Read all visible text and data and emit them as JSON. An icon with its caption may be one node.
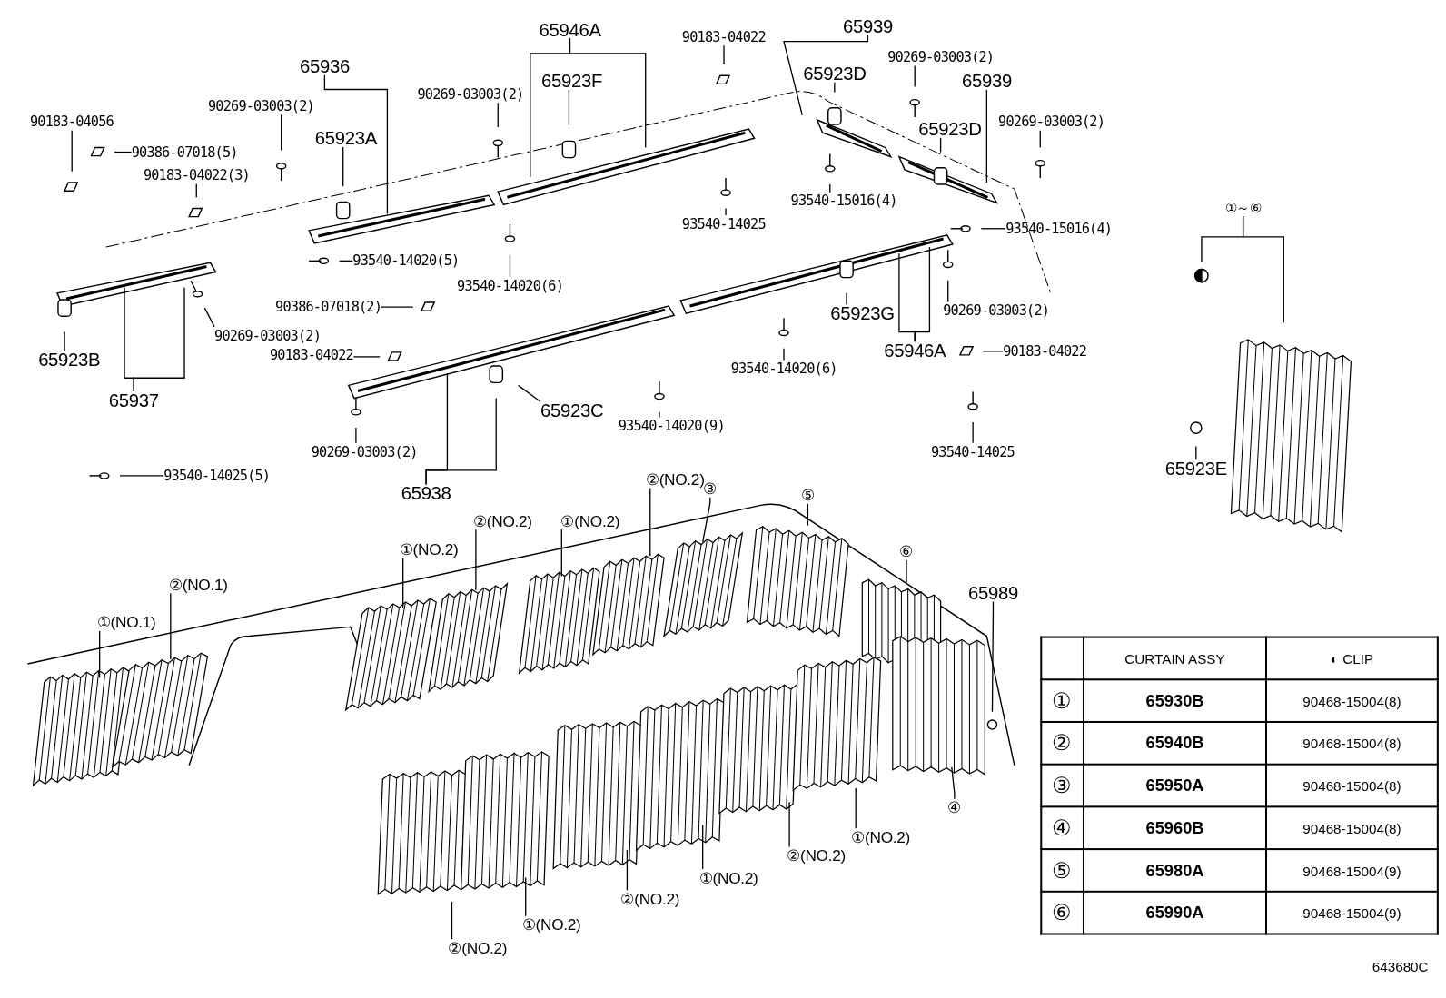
{
  "diagram": {
    "nodes": [
      {
        "text": [
          "65946A"
        ]
      },
      {
        "text": [
          "90183-04022"
        ]
      },
      {
        "text": [
          "65939"
        ]
      },
      {
        "text": [
          "90269-03003(2)"
        ]
      },
      {
        "text": [
          "65923D"
        ]
      },
      {
        "text": [
          "65936"
        ]
      },
      {
        "text": [
          "90269-03003(2)"
        ]
      },
      {
        "text": [
          "65923F"
        ]
      },
      {
        "text": [
          "65939"
        ]
      },
      {
        "text": [
          "90183-04056"
        ]
      },
      {
        "text": [
          "90269-03003(2)"
        ]
      },
      {
        "text": [
          "65923D"
        ]
      },
      {
        "text": [
          "90269-03003(2)"
        ]
      },
      {
        "text": [
          "65923A"
        ]
      },
      {
        "text": [
          "90386-07018(5)"
        ]
      },
      {
        "text": [
          "90183-04022(3)"
        ]
      },
      {
        "text": [
          "93540-15016(4)"
        ]
      },
      {
        "text": [
          "93540-14025"
        ]
      },
      {
        "text": [
          "93540-15016(4)"
        ]
      },
      {
        "text": [
          "93540-14020(5)"
        ]
      },
      {
        "text": [
          "93540-14020(6)"
        ]
      },
      {
        "text": [
          "90386-07018(2)"
        ]
      },
      {
        "text": [
          "90269-03003(2)"
        ]
      },
      {
        "text": [
          "90269-03003(2)"
        ]
      },
      {
        "text": [
          "65923G"
        ]
      },
      {
        "text": [
          "90183-04022"
        ]
      },
      {
        "text": [
          "65923B"
        ]
      },
      {
        "text": [
          "93540-14020(6)"
        ]
      },
      {
        "text": [
          "65946A"
        ]
      },
      {
        "text": [
          "90183-04022"
        ]
      },
      {
        "text": [
          "65937"
        ]
      },
      {
        "text": [
          "65923C"
        ]
      },
      {
        "text": [
          "93540-14020(9)"
        ]
      },
      {
        "text": [
          "90269-03003(2)"
        ]
      },
      {
        "text": [
          "93540-14025"
        ]
      },
      {
        "text": [
          "93540-14025(5)"
        ]
      },
      {
        "text": [
          "65938"
        ]
      },
      {
        "text": [
          "①～⑥"
        ]
      },
      {
        "text": [
          "65923E"
        ]
      },
      {
        "text": [
          "②(NO.1)"
        ]
      },
      {
        "text": [
          "①(NO.1)"
        ]
      },
      {
        "text": [
          "②(NO.2)"
        ]
      },
      {
        "text": [
          "③"
        ]
      },
      {
        "text": [
          "⑤"
        ]
      },
      {
        "text": [
          "②(NO.2)"
        ]
      },
      {
        "text": [
          "①(NO.2)"
        ]
      },
      {
        "text": [
          "①(NO.2)"
        ]
      },
      {
        "text": [
          "⑥"
        ]
      },
      {
        "text": [
          "65989"
        ]
      },
      {
        "text": [
          "④"
        ]
      },
      {
        "text": [
          "①(NO.2)"
        ]
      },
      {
        "text": [
          "②(NO.2)"
        ]
      },
      {
        "text": [
          "①(NO.2)"
        ]
      },
      {
        "text": [
          "②(NO.2)"
        ]
      },
      {
        "text": [
          "①(NO.2)"
        ]
      },
      {
        "text": [
          "②(NO.2)"
        ]
      }
    ],
    "edges": [
      {
        "from": 0,
        "to": null,
        "arrow": "none"
      },
      {
        "from": 0,
        "to": null,
        "arrow": "none"
      },
      {
        "from": 1,
        "to": null,
        "arrow": "none"
      },
      {
        "from": 2,
        "to": null,
        "arrow": "none"
      },
      {
        "from": 3,
        "to": null,
        "arrow": "none"
      },
      {
        "from": 4,
        "to": null,
        "arrow": "none"
      },
      {
        "from": 5,
        "to": null,
        "arrow": "none"
      },
      {
        "from": 6,
        "to": null,
        "arrow": "none"
      },
      {
        "from": 7,
        "to": null,
        "arrow": "none"
      },
      {
        "from": 8,
        "to": null,
        "arrow": "none"
      },
      {
        "from": 9,
        "to": null,
        "arrow": "none"
      },
      {
        "from": 10,
        "to": null,
        "arrow": "none"
      },
      {
        "from": 11,
        "to": null,
        "arrow": "none"
      },
      {
        "from": 12,
        "to": null,
        "arrow": "none"
      },
      {
        "from": 13,
        "to": null,
        "arrow": "none"
      },
      {
        "from": 14,
        "to": null,
        "arrow": "none"
      },
      {
        "from": 15,
        "to": null,
        "arrow": "none"
      },
      {
        "from": 16,
        "to": null,
        "arrow": "none"
      },
      {
        "from": 17,
        "to": null,
        "arrow": "none"
      },
      {
        "from": 18,
        "to": null,
        "arrow": "none"
      },
      {
        "from": 19,
        "to": null,
        "arrow": "none"
      },
      {
        "from": 20,
        "to": null,
        "arrow": "none"
      },
      {
        "from": 21,
        "to": null,
        "arrow": "none"
      },
      {
        "from": 22,
        "to": null,
        "arrow": "none"
      },
      {
        "from": 23,
        "to": null,
        "arrow": "none"
      },
      {
        "from": 24,
        "to": null,
        "arrow": "none"
      },
      {
        "from": 25,
        "to": null,
        "arrow": "none"
      },
      {
        "from": 26,
        "to": null,
        "arrow": "none"
      },
      {
        "from": 27,
        "to": null,
        "arrow": "none"
      },
      {
        "from": 28,
        "to": null,
        "arrow": "none"
      },
      {
        "from": 28,
        "to": null,
        "arrow": "none"
      },
      {
        "from": 29,
        "to": null,
        "arrow": "none"
      },
      {
        "from": 30,
        "to": null,
        "arrow": "none"
      },
      {
        "from": 30,
        "to": null,
        "arrow": "none"
      },
      {
        "from": 31,
        "to": null,
        "arrow": "none"
      },
      {
        "from": 32,
        "to": null,
        "arrow": "none"
      },
      {
        "from": 33,
        "to": null,
        "arrow": "none"
      },
      {
        "from": 34,
        "to": null,
        "arrow": "none"
      },
      {
        "from": 35,
        "to": null,
        "arrow": "none"
      },
      {
        "from": 36,
        "to": null,
        "arrow": "none"
      },
      {
        "from": 36,
        "to": null,
        "arrow": "none"
      },
      {
        "from": 37,
        "to": null,
        "arrow": "none"
      },
      {
        "from": 37,
        "to": null,
        "arrow": "none"
      },
      {
        "from": 38,
        "to": null,
        "arrow": "none"
      },
      {
        "from": 39,
        "to": null,
        "arrow": "none"
      },
      {
        "from": 40,
        "to": null,
        "arrow": "none"
      },
      {
        "from": 41,
        "to": null,
        "arrow": "none"
      },
      {
        "from": 42,
        "to": null,
        "arrow": "none"
      },
      {
        "from": 43,
        "to": null,
        "arrow": "none"
      },
      {
        "from": 44,
        "to": null,
        "arrow": "none"
      },
      {
        "from": 45,
        "to": null,
        "arrow": "none"
      },
      {
        "from": 46,
        "to": null,
        "arrow": "none"
      },
      {
        "from": 47,
        "to": null,
        "arrow": "none"
      },
      {
        "from": 48,
        "to": null,
        "arrow": "none"
      },
      {
        "from": 49,
        "to": null,
        "arrow": "none"
      },
      {
        "from": 50,
        "to": null,
        "arrow": "none"
      },
      {
        "from": 51,
        "to": null,
        "arrow": "none"
      },
      {
        "from": 52,
        "to": null,
        "arrow": "none"
      },
      {
        "from": 53,
        "to": null,
        "arrow": "none"
      },
      {
        "from": 54,
        "to": null,
        "arrow": "none"
      },
      {
        "from": 55,
        "to": null,
        "arrow": "none"
      }
    ],
    "labels": [
      "CURTAIN ASSY",
      "◐ CLIP",
      "①",
      "65930B",
      "90468-15004(8)",
      "②",
      "65940B",
      "90468-15004(8)",
      "③",
      "65950A",
      "90468-15004(8)",
      "④",
      "65960B",
      "90468-15004(8)",
      "⑤",
      "65980A",
      "90468-15004(9)",
      "⑥",
      "65990A",
      "90468-15004(9)",
      "643680C"
    ]
  }
}
